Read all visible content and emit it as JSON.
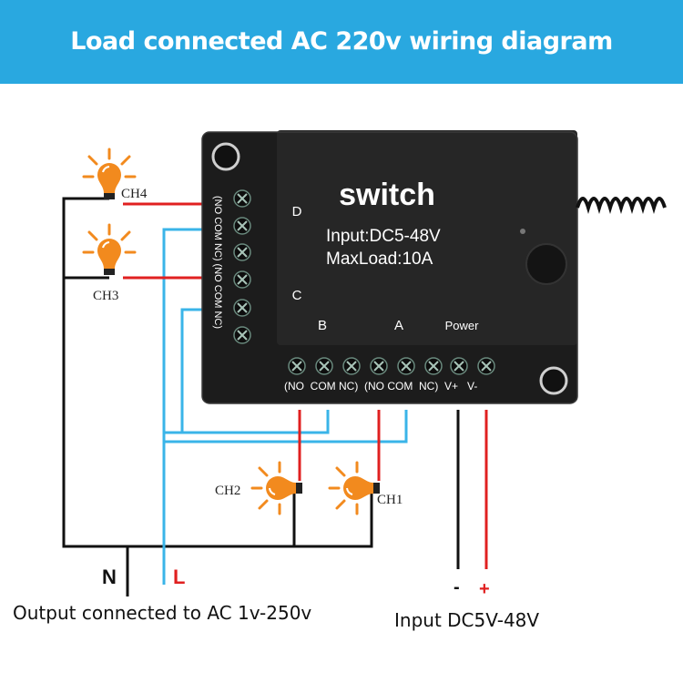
{
  "title": "Load connected AC 220v wiring diagram",
  "module": {
    "name": "switch",
    "input_spec": "Input:DC5-48V",
    "max_load": "MaxLoad:10A",
    "side_labels": {
      "d": "D",
      "c": "C"
    },
    "bottom_labels": {
      "b": "B",
      "a": "A",
      "power": "Power"
    },
    "left_terminal_text": "(NO COM NC) (NO COM NC)",
    "bottom_terminal_text": "(NO  COM NC)  (NO COM  NC)  V+   V-"
  },
  "lamps": {
    "ch4": "CH4",
    "ch3": "CH3",
    "ch2": "CH2",
    "ch1": "CH1"
  },
  "lines": {
    "neutral": "N",
    "live": "L",
    "minus": "-",
    "plus": "+"
  },
  "footer": {
    "output_label": "Output connected to AC 1v-250v",
    "input_label": "Input DC5V-48V"
  },
  "colors": {
    "banner": "#29a8e0",
    "live_wire": "#3ab4e8",
    "hot_wire": "#e02020",
    "neutral_wire": "#111111",
    "lamp": "#f28a1e",
    "module": "#1c1c1c"
  }
}
